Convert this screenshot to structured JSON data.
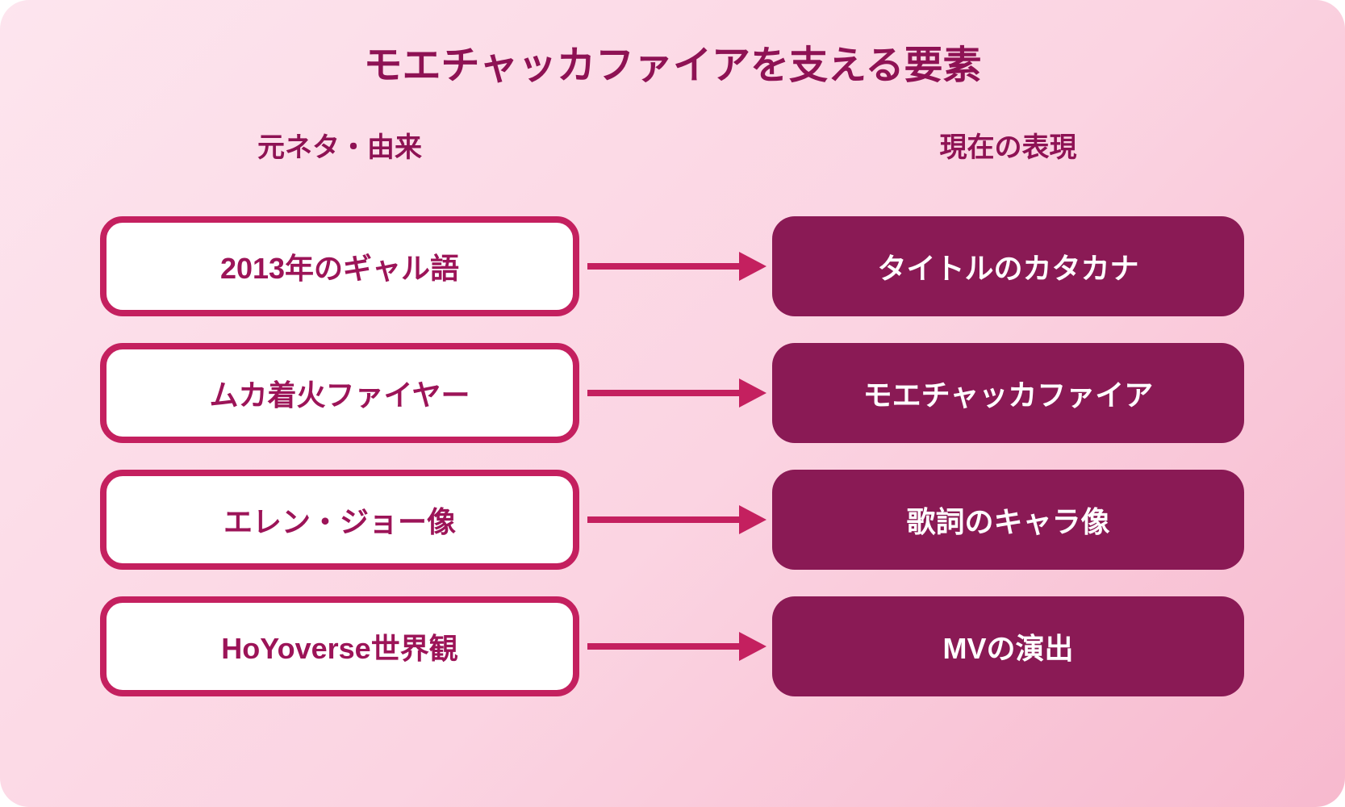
{
  "title": "モエチャッカファイアを支える要素",
  "columns": {
    "left": "元ネタ・由来",
    "right": "現在の表現"
  },
  "rows": [
    {
      "source": "2013年のギャル語",
      "target": "タイトルのカタカナ"
    },
    {
      "source": "ムカ着火ファイヤー",
      "target": "モエチャッカファイア"
    },
    {
      "source": "エレン・ジョー像",
      "target": "歌詞のキャラ像"
    },
    {
      "source": "HoYoverse世界観",
      "target": "MVの演出"
    }
  ],
  "colors": {
    "background_gradient_start": "#fde5ee",
    "background_gradient_end": "#f7b9ce",
    "target_box_fill": "#8a1a55",
    "accent_border_arrow": "#c4205f",
    "dark_text": "#8e1254",
    "source_box_fill": "#ffffff",
    "target_box_text": "#ffffff"
  }
}
